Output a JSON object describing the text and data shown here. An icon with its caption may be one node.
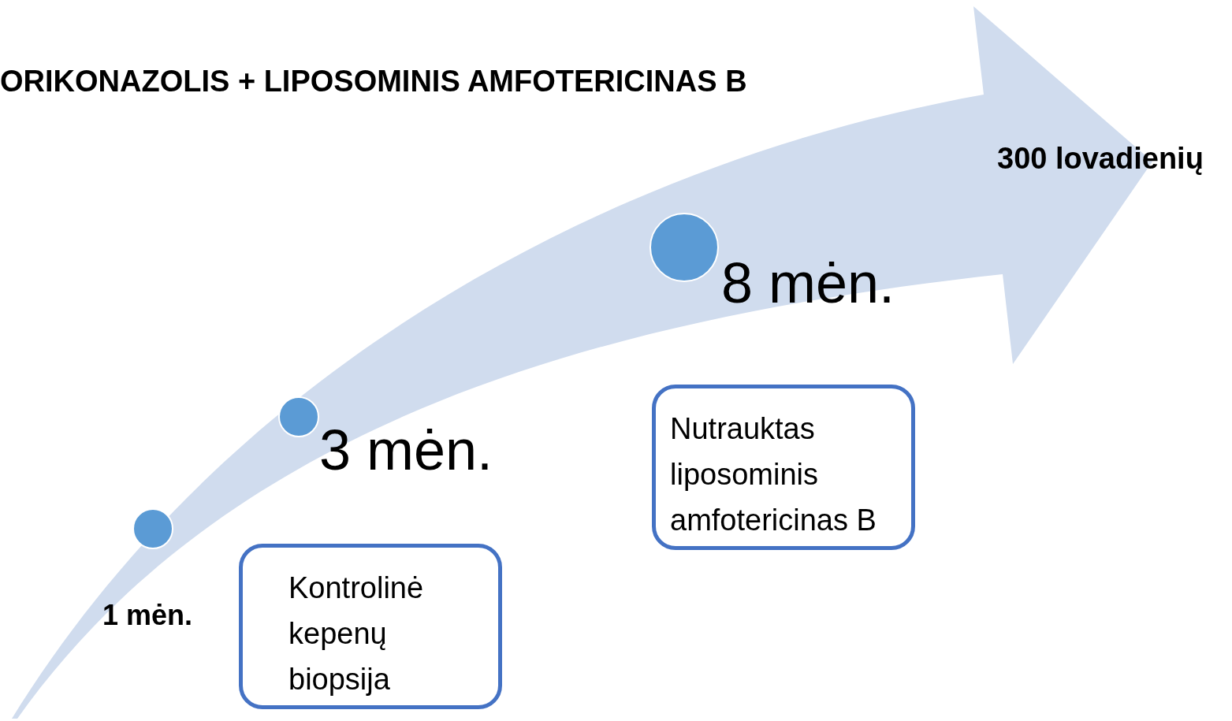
{
  "diagram": {
    "title": "ORIKONAZOLIS + LIPOSOMINIS AMFOTERICINAS B",
    "nodes": [
      {
        "text": [],
        "shape": "circle",
        "beside": [
          "1 mėn."
        ]
      },
      {
        "text": [],
        "shape": "circle",
        "beside": [
          "3 mėn."
        ]
      },
      {
        "text": [],
        "shape": "circle",
        "beside": [
          "8 mėn."
        ]
      },
      {
        "text": [
          "Kontrolinė kepenų biopsija"
        ]
      },
      {
        "text": [
          "Nutrauktas liposominis amfotericinas B"
        ]
      }
    ],
    "edges": [],
    "labels": [
      "300 lovadienių"
    ]
  }
}
